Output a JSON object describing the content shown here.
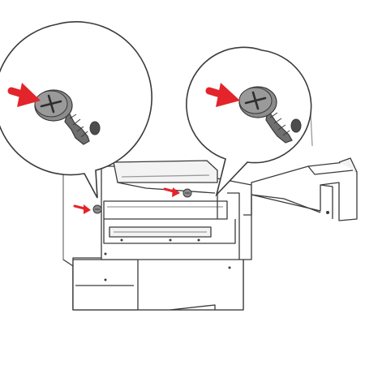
{
  "illustration": {
    "colors": {
      "background": "#ffffff",
      "line": "#3a3a3a",
      "light_line": "#9a9a9a",
      "panel_fill": "#f3f3f3",
      "screw_fill": "#8c8c8c",
      "screw_dark": "#4d4d4d",
      "arrow": "#e3242b"
    },
    "callouts": [
      {
        "name": "left-zoom-callout",
        "content": "screw-icon"
      },
      {
        "name": "right-zoom-callout",
        "content": "screw-icon"
      }
    ],
    "arrows": [
      {
        "name": "left-callout-arrow"
      },
      {
        "name": "right-callout-arrow"
      },
      {
        "name": "left-bracket-arrow"
      },
      {
        "name": "right-bracket-arrow"
      }
    ]
  }
}
